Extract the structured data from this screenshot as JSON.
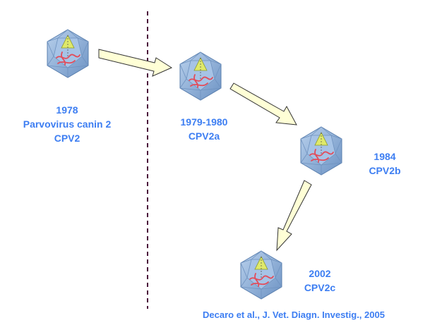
{
  "nodes": [
    {
      "year": "1978",
      "name": "Parvovirus canin 2",
      "strain": "CPV2"
    },
    {
      "year": "1979-1980",
      "strain": "CPV2a"
    },
    {
      "year": "1984",
      "strain": "CPV2b"
    },
    {
      "year": "2002",
      "strain": "CPV2c"
    }
  ],
  "citation": "Decaro et al., J. Vet. Diagn. Investig., 2005",
  "colors": {
    "label": "#3d7ef2",
    "divider": "#4a0f3a",
    "arrow_fill": "#ffffd6",
    "capsid": "#8fb0d8",
    "rna": "#e24c5a",
    "triangle": "#dfe96a"
  }
}
